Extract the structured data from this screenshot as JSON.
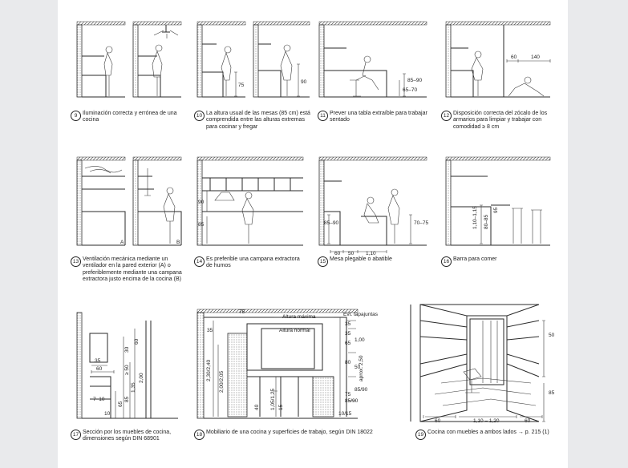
{
  "captions": [
    {
      "id": "9",
      "num": "9",
      "text": "Iluminación correcta y errónea de una cocina"
    },
    {
      "id": "10",
      "num": "10",
      "text": "La altura usual de las mesas (85 cm) está comprendida entre las alturas extremas para cocinar y fregar"
    },
    {
      "id": "11",
      "num": "11",
      "text": "Prever una tabla extraíble para trabajar sentado"
    },
    {
      "id": "12",
      "num": "12",
      "text": "Disposición correcta del zócalo de los armarios para limpiar y trabajar con comodidad ≥ 8 cm"
    },
    {
      "id": "13",
      "num": "13",
      "text": "Ventilación mecánica mediante un ventilador en la pared exterior (A) o preferiblemente mediante una campana extractora justo encima de la cocina (B)"
    },
    {
      "id": "14",
      "num": "14",
      "text": "Es preferible una campana extractora de humos"
    },
    {
      "id": "15",
      "num": "15",
      "text": "Mesa plegable o abatible"
    },
    {
      "id": "16",
      "num": "16",
      "text": "Barra para comer"
    },
    {
      "id": "17",
      "num": "17",
      "text": "Sección por los muebles de cocina, dimensiones según DIN 68901"
    },
    {
      "id": "18",
      "num": "18",
      "text": "Mobiliario de una cocina y superficies de trabajo, según DIN 18022"
    },
    {
      "id": "19",
      "num": "19",
      "text": "Cocina con muebles a ambos lados → p. 215 (1)"
    }
  ],
  "dims": {
    "d10a": "75",
    "d10b": "90",
    "d11a": "85–90",
    "d11b": "65–70",
    "d12a": "60",
    "d12b": "140",
    "d13a": "A",
    "d13b": "B",
    "d14a": "90",
    "d14b": "85",
    "d15a": "85–90",
    "d15b": "70–75",
    "d15c": "60",
    "d15d": "50",
    "d15e": "1,10",
    "d16a": "1,10–1,15",
    "d16b": "80–85",
    "d16c": "95",
    "d17a": "60",
    "d17b": "35",
    "d17c": "30",
    "d17d": "60",
    "d17e": "≥ 50",
    "d17f": "2,00",
    "d17g": "1,35",
    "d17h": "85",
    "d17i": "65",
    "d17j": "7–10",
    "d17k": "10",
    "d18a": "Altura máxima",
    "d18b": "Altura normal",
    "d18c": "Evt. tapajuntas",
    "d18d": "75",
    "d18e": "35",
    "d18f": "35",
    "d18g": "35",
    "d18h": "65",
    "d18i": "1,00",
    "d18j": "80",
    "d18k": "50",
    "d18l": "85/90",
    "d18m": "75",
    "d18n": "85/90",
    "d18o": "10/15",
    "d18p": "2,30/2,40",
    "d18q": "2,00/2,05",
    "d18r": "1,05/1,25",
    "d18s": "aprox. 2,50",
    "d18t": "40",
    "d18u": "15",
    "d19a": "50",
    "d19b": "85",
    "d19c": "60",
    "d19d": "1,10 – 1,20",
    "d19e": "60"
  }
}
